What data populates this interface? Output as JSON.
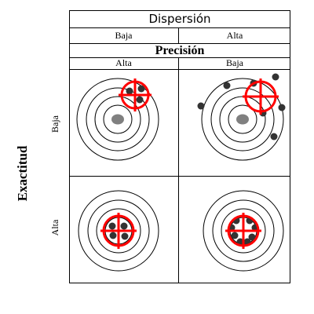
{
  "header": {
    "dispersion_title": "Dispersión",
    "dispersion_low": "Baja",
    "dispersion_high": "Alta",
    "precision_title": "Precisión",
    "precision_high": "Alta",
    "precision_low": "Baja"
  },
  "side": {
    "accuracy_title": "Exactitud",
    "accuracy_low": "Baja",
    "accuracy_high": "Alta"
  },
  "colors": {
    "crosshair": "#ff0000",
    "dots": "#333333",
    "center_dot": "#808080",
    "rings": "#000000"
  }
}
